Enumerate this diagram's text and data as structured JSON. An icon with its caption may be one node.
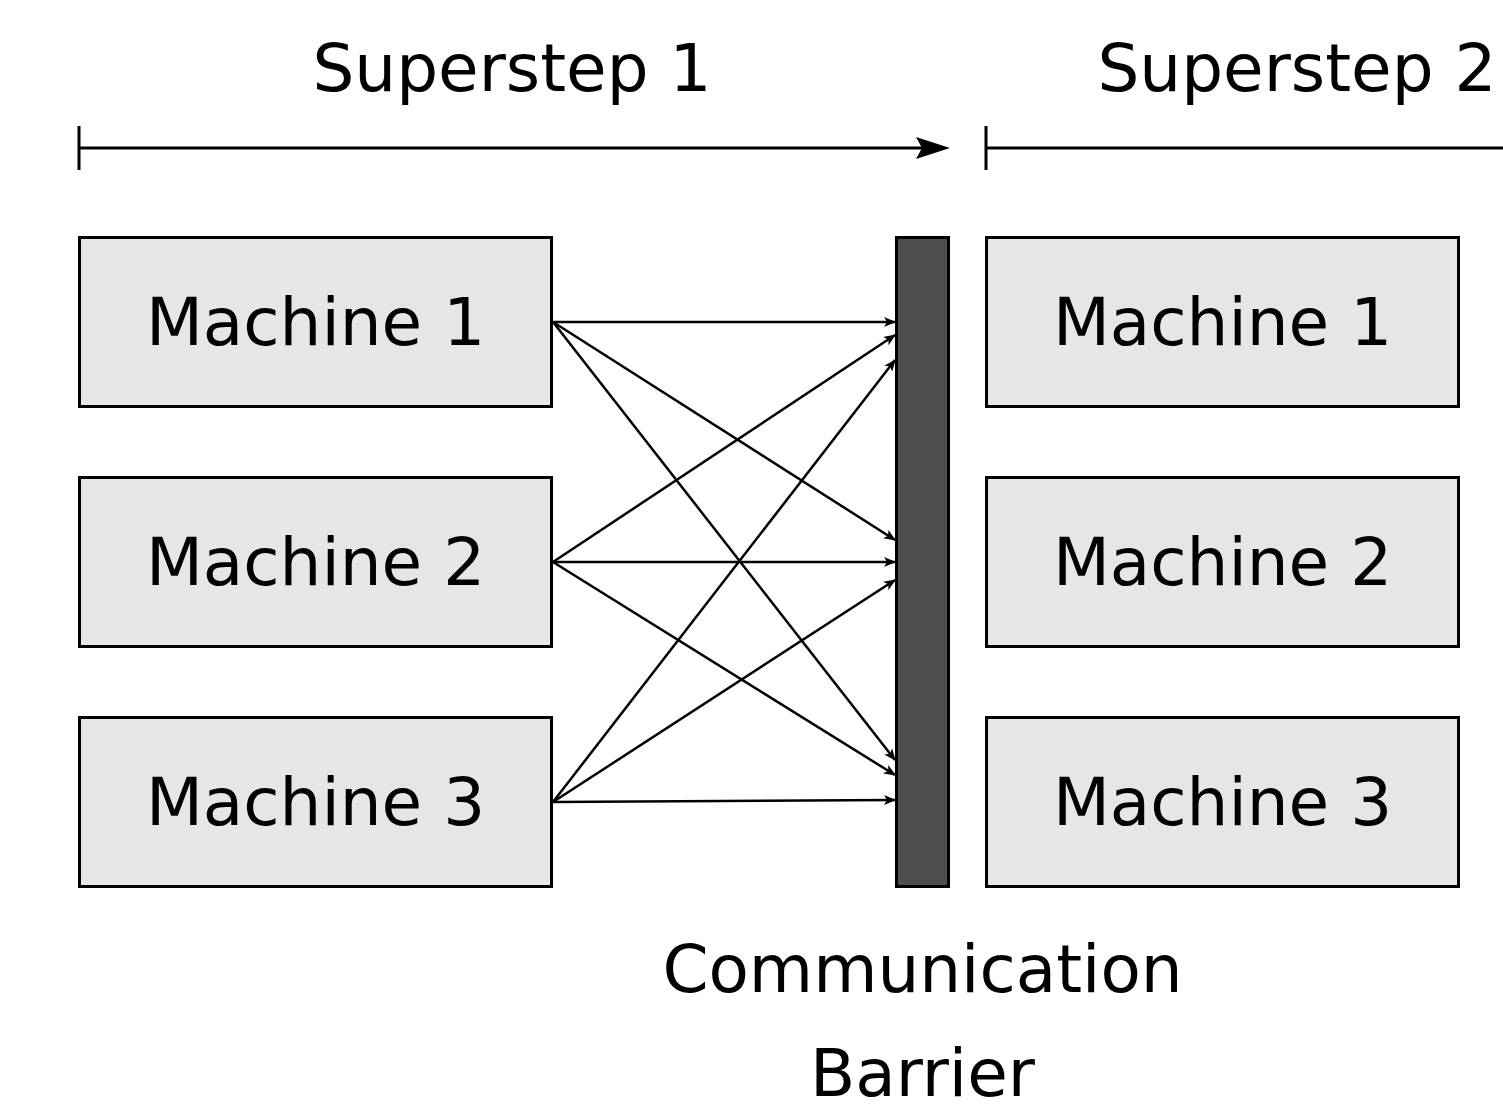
{
  "diagram": {
    "nodes": [
      {
        "text": [
          "Machine 1"
        ]
      },
      {
        "text": [
          "Machine 2"
        ]
      },
      {
        "text": [
          "Machine 3"
        ]
      },
      {
        "text": [],
        "shape": "bar",
        "beside": [
          "Communication Barrier"
        ]
      },
      {
        "text": [
          "Machine 1"
        ]
      },
      {
        "text": [
          "Machine 2"
        ]
      },
      {
        "text": [
          "Machine 3"
        ]
      }
    ],
    "edges": [
      {
        "from": 0,
        "to": 3,
        "arrow": "to"
      },
      {
        "from": 0,
        "to": 3,
        "arrow": "to"
      },
      {
        "from": 0,
        "to": 3,
        "arrow": "to"
      },
      {
        "from": 1,
        "to": 3,
        "arrow": "to"
      },
      {
        "from": 1,
        "to": 3,
        "arrow": "to"
      },
      {
        "from": 1,
        "to": 3,
        "arrow": "to"
      },
      {
        "from": 2,
        "to": 3,
        "arrow": "to"
      },
      {
        "from": 2,
        "to": 3,
        "arrow": "to"
      },
      {
        "from": 2,
        "to": 3,
        "arrow": "to"
      }
    ],
    "labels": [
      "Superstep 1",
      "Superstep 2"
    ]
  }
}
